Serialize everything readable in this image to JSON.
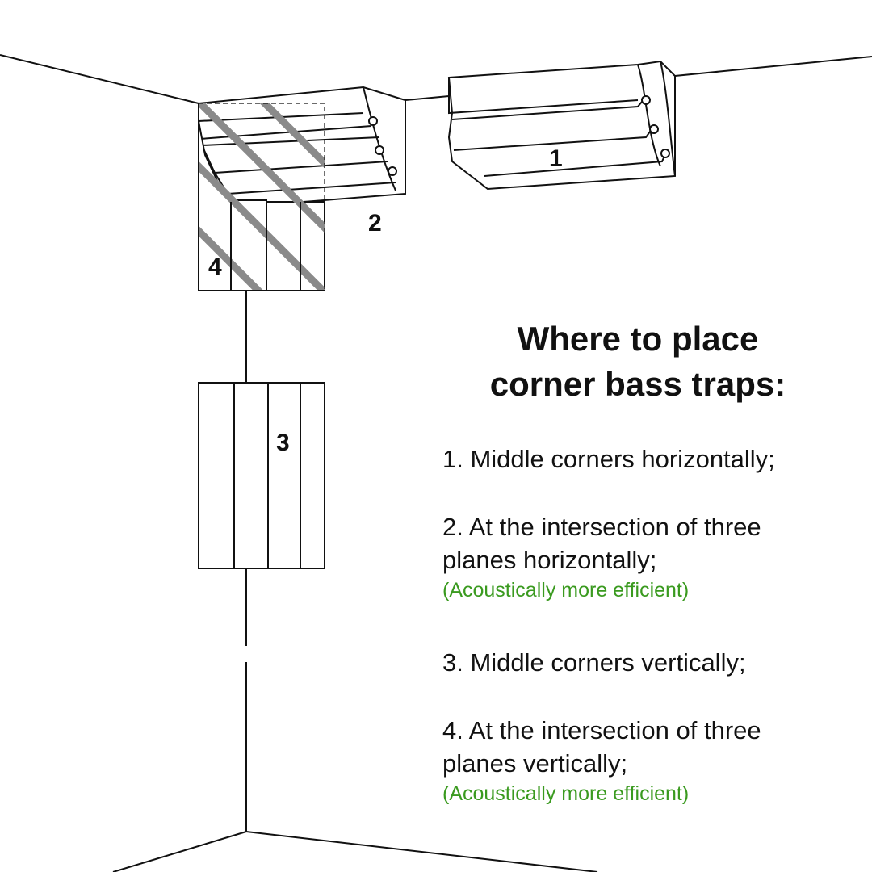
{
  "title": {
    "line1": "Where to place",
    "line2": "corner bass traps:"
  },
  "items": [
    {
      "number": "1.",
      "line1": "1. Middle corners horizontally;",
      "line2": "",
      "note": ""
    },
    {
      "number": "2.",
      "line1": "2. At the intersection of three",
      "line2": "planes horizontally;",
      "note": "(Acoustically more efficient)"
    },
    {
      "number": "3.",
      "line1": "3. Middle corners vertically;",
      "line2": "",
      "note": ""
    },
    {
      "number": "4.",
      "line1": "4. At the intersection of three",
      "line2": "planes vertically;",
      "note": "(Acoustically more efficient)"
    }
  ],
  "markers": {
    "m1": "1",
    "m2": "2",
    "m3": "3",
    "m4": "4"
  },
  "colors": {
    "note": "#3a9a1f",
    "line": "#111111",
    "hatch": "#8a8a8a"
  }
}
